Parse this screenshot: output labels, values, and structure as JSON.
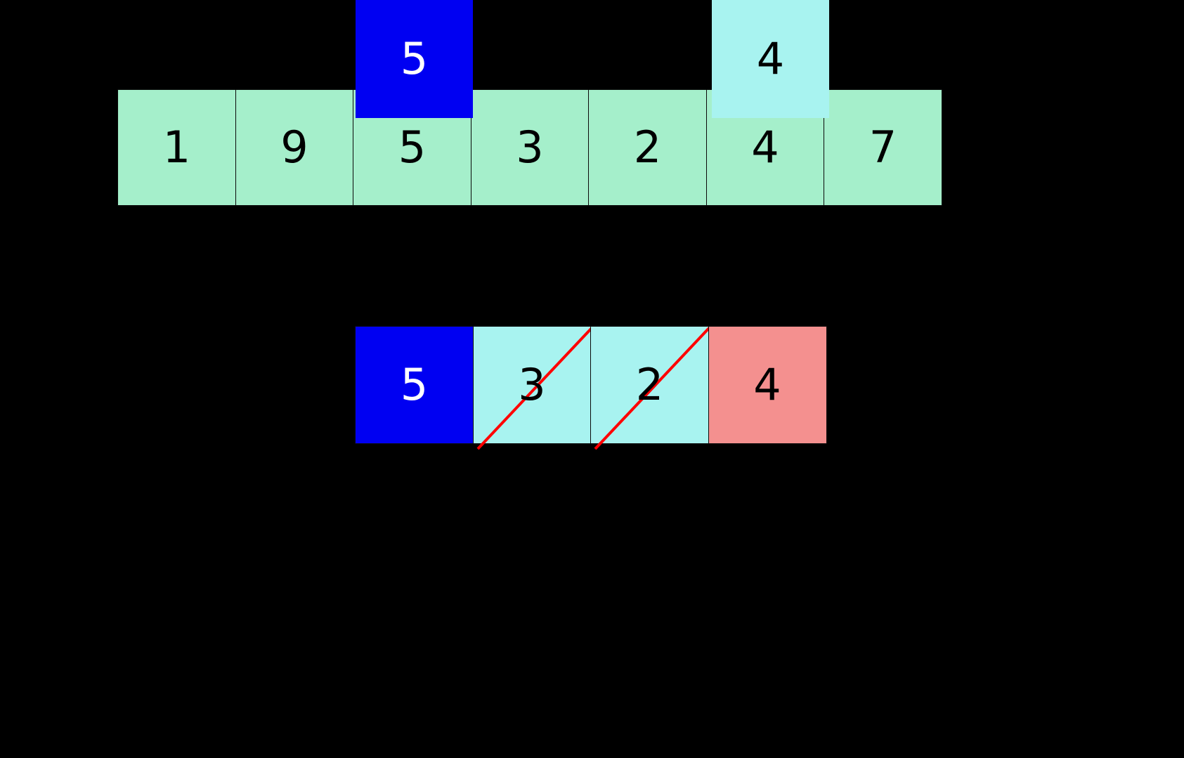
{
  "diagram": {
    "title": "sliding-window-array-diagram",
    "background_color": "#000000",
    "colors": {
      "mint": "#A5EFCB",
      "cyan": "#A8F3F0",
      "blue": "#0000F2",
      "salmon": "#F4908F",
      "strike": "#FF0000",
      "border": "#0A0A0A",
      "text_dark": "#000000",
      "text_light": "#FFFFFF"
    },
    "input_row": {
      "name": "input-array",
      "cells": [
        {
          "value": "1",
          "fill": "mint"
        },
        {
          "value": "9",
          "fill": "mint"
        },
        {
          "value": "5",
          "fill": "mint"
        },
        {
          "value": "3",
          "fill": "mint"
        },
        {
          "value": "2",
          "fill": "mint"
        },
        {
          "value": "4",
          "fill": "mint"
        },
        {
          "value": "7",
          "fill": "mint"
        }
      ]
    },
    "window_row": {
      "name": "window-array",
      "cells": [
        {
          "value": "5",
          "fill": "blue",
          "struck": "false"
        },
        {
          "value": "3",
          "fill": "cyan",
          "struck": "true"
        },
        {
          "value": "2",
          "fill": "cyan",
          "struck": "true"
        },
        {
          "value": "4",
          "fill": "salmon",
          "struck": "false"
        }
      ]
    },
    "result_row": {
      "name": "result-array",
      "cells": [
        {
          "value": "5",
          "fill": "blue"
        },
        {
          "value": "4",
          "fill": "cyan"
        }
      ]
    }
  }
}
